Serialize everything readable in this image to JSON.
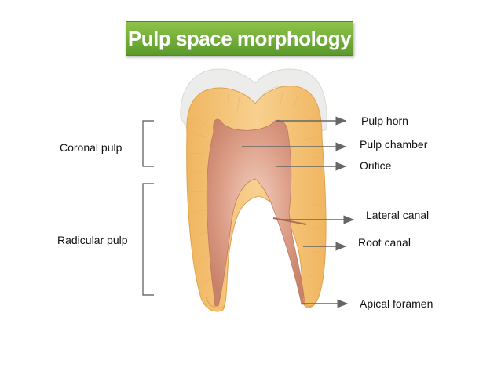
{
  "title": "Pulp space morphology",
  "groups": {
    "coronal": "Coronal pulp",
    "radicular": "Radicular pulp"
  },
  "labels": {
    "pulp_horn": "Pulp horn",
    "pulp_chamber": "Pulp chamber",
    "orifice": "Orifice",
    "lateral_canal": "Lateral canal",
    "root_canal": "Root canal",
    "apical_foramen": "Apical foramen"
  },
  "colors": {
    "title_bg": "#6aab33",
    "enamel": "#eeeeec",
    "dentin": "#f5c47a",
    "pulp": "#d99a86",
    "arrow": "#666666"
  }
}
